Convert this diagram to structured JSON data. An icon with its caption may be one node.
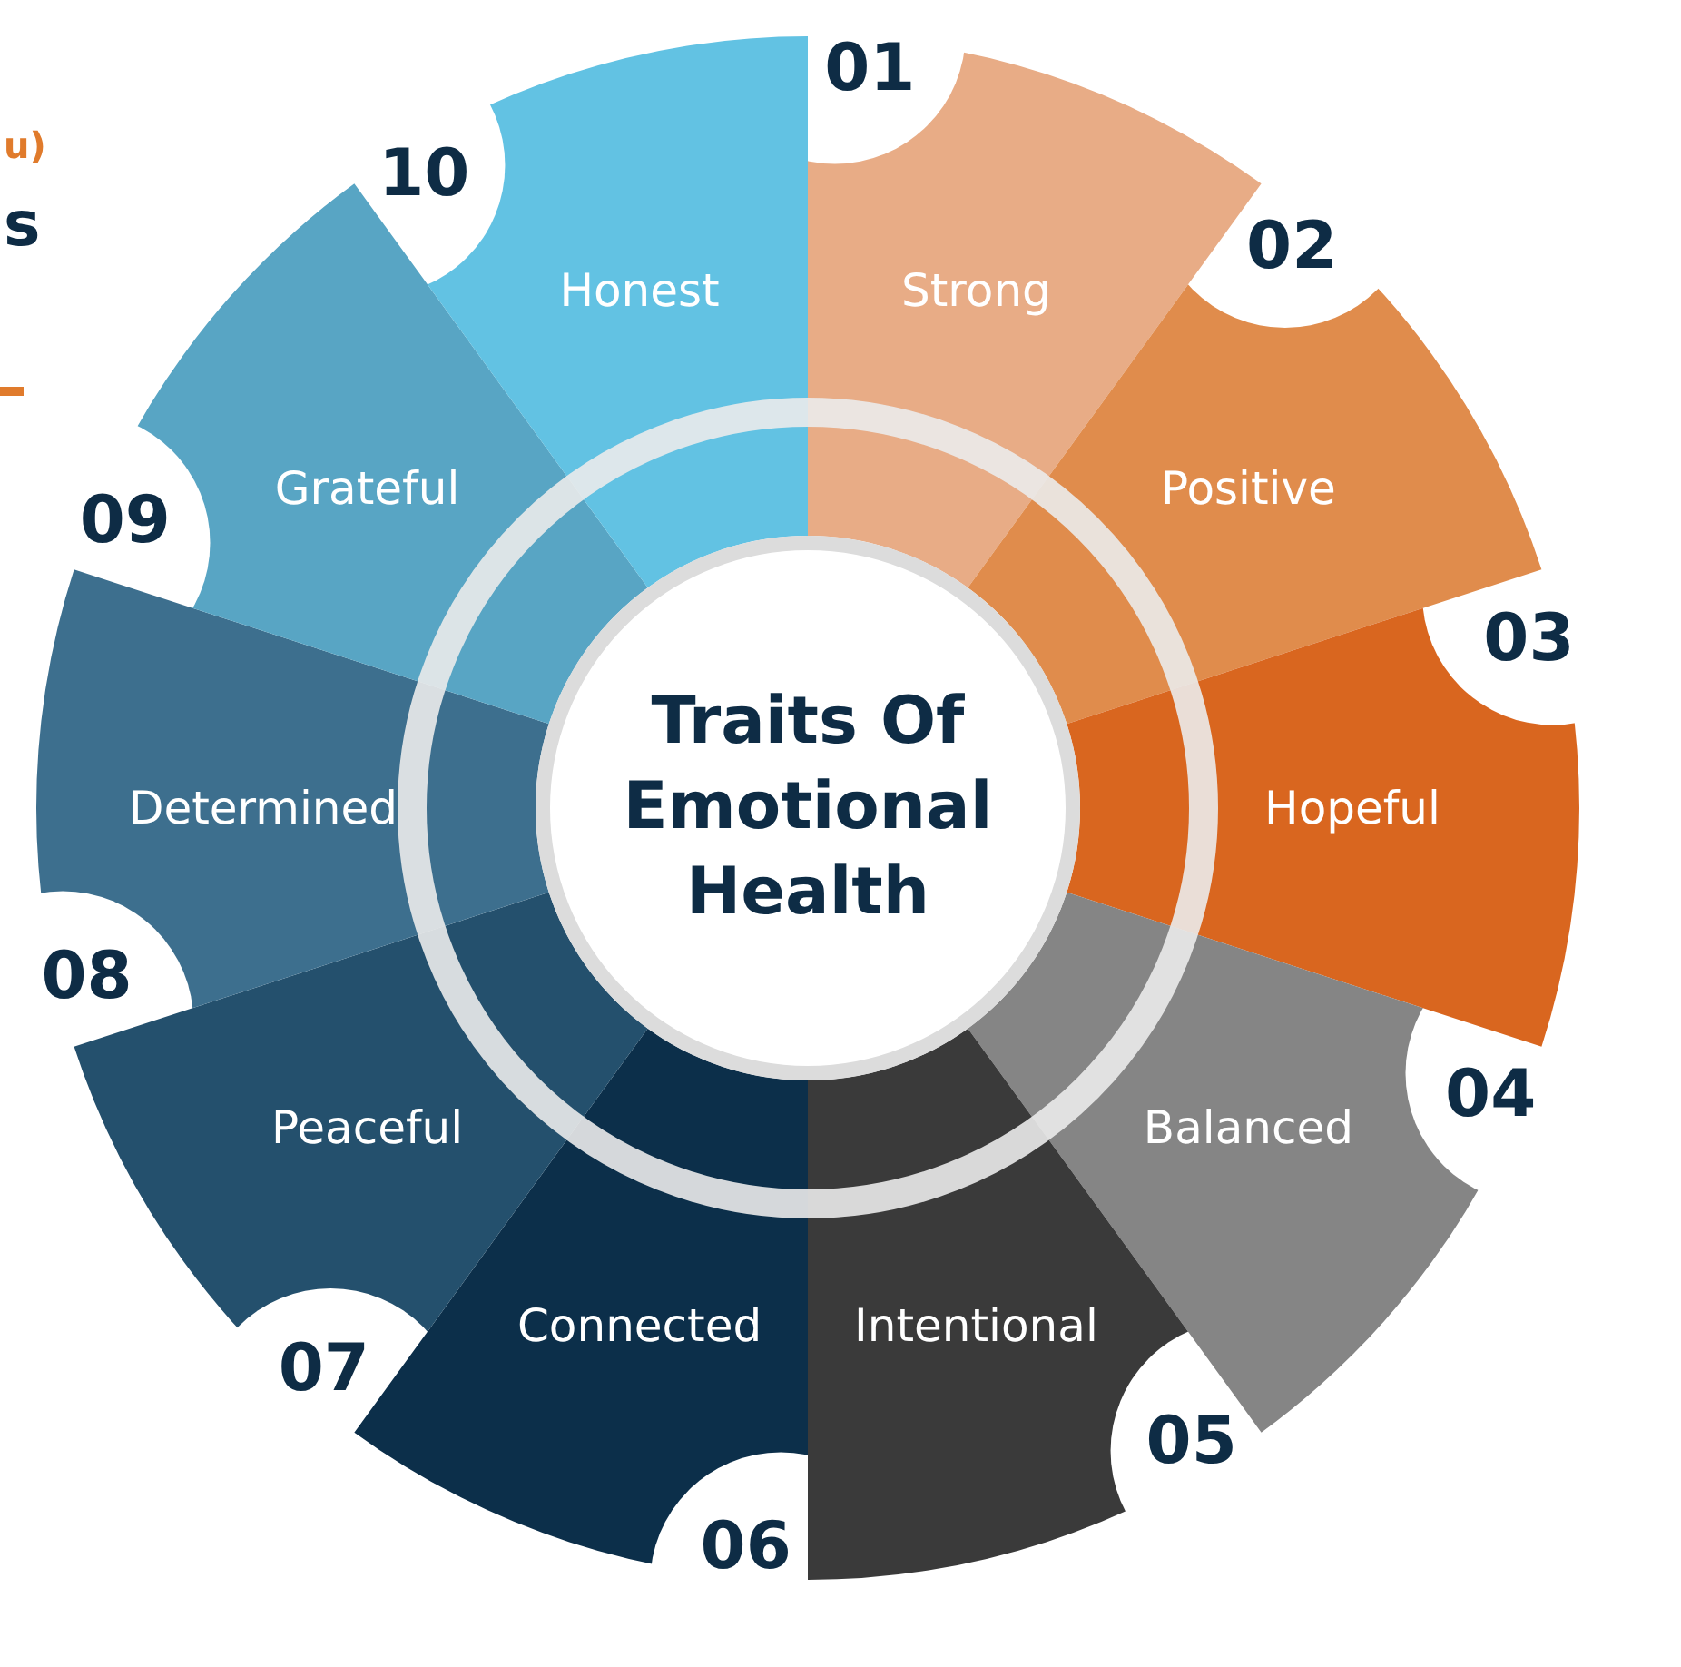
{
  "diagram": {
    "nodes": [
      {
        "text": [
          "Traits Of Emotional Health"
        ]
      },
      {
        "text": [
          "Strong"
        ],
        "beside": [
          "01"
        ]
      },
      {
        "text": [
          "Positive"
        ],
        "beside": [
          "02"
        ]
      },
      {
        "text": [
          "Hopeful"
        ],
        "beside": [
          "03"
        ]
      },
      {
        "text": [
          "Balanced"
        ],
        "beside": [
          "04"
        ]
      },
      {
        "text": [
          "Intentional"
        ],
        "beside": [
          "05"
        ]
      },
      {
        "text": [
          "Connected"
        ],
        "beside": [
          "06"
        ]
      },
      {
        "text": [
          "Peaceful"
        ],
        "beside": [
          "07"
        ]
      },
      {
        "text": [
          "Determined"
        ],
        "beside": [
          "08"
        ]
      },
      {
        "text": [
          "Grateful"
        ],
        "beside": [
          "09"
        ]
      },
      {
        "text": [
          "Honest"
        ],
        "beside": [
          "10"
        ]
      }
    ],
    "edges": [],
    "labels": [
      "u)",
      "s"
    ]
  }
}
